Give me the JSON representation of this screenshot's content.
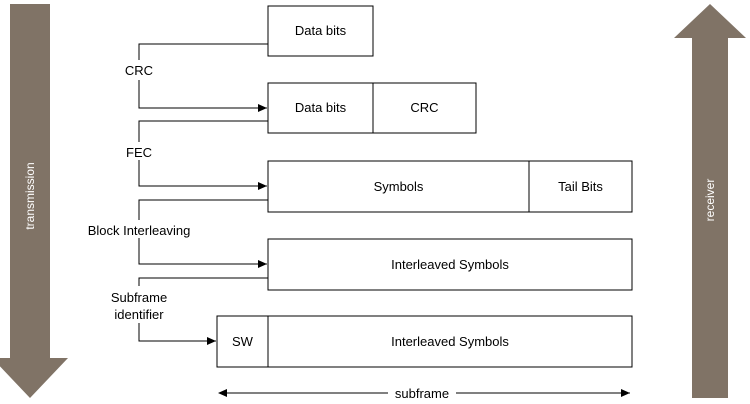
{
  "colors": {
    "big_arrow": "#807366",
    "line": "#000000",
    "box_fill": "#ffffff"
  },
  "side_arrows": {
    "left_label": "transmission",
    "right_label": "receiver"
  },
  "row1": {
    "data": "Data bits"
  },
  "row2": {
    "data": "Data bits",
    "crc": "CRC"
  },
  "row3": {
    "symbols": "Symbols",
    "tail": "Tail Bits"
  },
  "row4": {
    "symbols": "Interleaved Symbols"
  },
  "row5": {
    "sw": "SW",
    "symbols": "Interleaved Symbols"
  },
  "steps": {
    "crc": "CRC",
    "fec": "FEC",
    "interleave": "Block Interleaving",
    "subframe_id_line1": "Subframe",
    "subframe_id_line2": "identifier"
  },
  "subframe_label": "subframe"
}
